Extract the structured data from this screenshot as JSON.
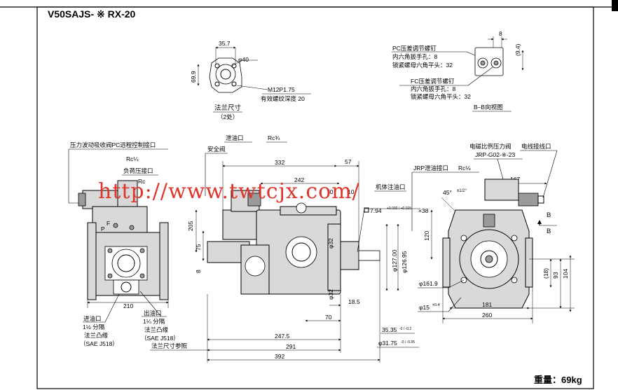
{
  "header": {
    "model": "V50SAJS- ※ RX-20"
  },
  "weight": "重量：69kg",
  "watermark": "http://www.twtcjx.com/",
  "flange_view": {
    "dims": {
      "w": "35.7",
      "h": "69.9",
      "dia": "φ40",
      "thread": "M12P1.75",
      "depth": "有效螺纹深度 20"
    },
    "caption": "法兰尺寸",
    "count": "（2处）"
  },
  "bb_view": {
    "pc_label": "PC压差调节螺钉",
    "pc_hex": "内六角扳手孔：8",
    "pc_nut": "锁紧螺母六角平头：32",
    "fc_label": "FC压差调节螺钉",
    "fc_hex": "内六角扳手孔：8",
    "fc_nut": "锁紧螺母六角平头：32",
    "dim_8": "8",
    "dim_94": "(9.4)",
    "caption": "B–B向视图"
  },
  "left_view": {
    "remote_port": "压力波动吸收阀PC远程控制接口",
    "rc_quarter": "Rc¼",
    "load_port": "负荷压接口",
    "rc": "Rc",
    "f": "F",
    "p": "P",
    "dim_210": "210",
    "inlet": "进油口",
    "inlet_size": "1½ 分隔",
    "inlet_flange": "法兰凸缘",
    "inlet_std": "（SAE J518）",
    "outlet": "出油口",
    "outlet_size": "1¼ 分隔",
    "outlet_flange": "法兰凸缘",
    "outlet_std": "（SAE J518）",
    "flange_ref": "法兰尺寸参照"
  },
  "side_view": {
    "drain": "泄油口",
    "rc_3_4": "Rc¾",
    "safety_valve": "安全阀",
    "body_fill": "机体注油口",
    "key": "7.94",
    "key_tol": "+0.030 / +0.015",
    "key_len": "×38",
    "d332": "332",
    "d57": "57",
    "d242": "242",
    "d70a": "70",
    "d10": "10",
    "d205": "205",
    "d75": "75",
    "d8": "8",
    "d32a": "φ32",
    "d32b": "φ32",
    "d127": "φ127.00",
    "d12695": "φ126.95",
    "d185": "18.5",
    "d70b": "70",
    "d2475": "247.5",
    "d291": "291",
    "d392": "392",
    "d3535": "35.35",
    "d3535_tol": "-0 / -0.2",
    "d3175": "φ31.75",
    "d3175_tol": "-0 / -0.05"
  },
  "right_view": {
    "solenoid": "电磁比例压力阀",
    "solenoid_model": "JRP-G02-※-23",
    "wire_port": "电线接线口",
    "jrp_drain": "JRP泄油接口",
    "rc_1_8": "Rc⅛",
    "d167": "167",
    "angle": "45°",
    "angle_tol": "±1/2°",
    "d120": "120",
    "b1": "B",
    "b2": "B",
    "d18": "(18)",
    "d93": "93",
    "d104": "104",
    "d1619": "φ161.9",
    "d15": "φ15",
    "d15_tol": "±0.4",
    "d181": "181",
    "d260": "260"
  }
}
